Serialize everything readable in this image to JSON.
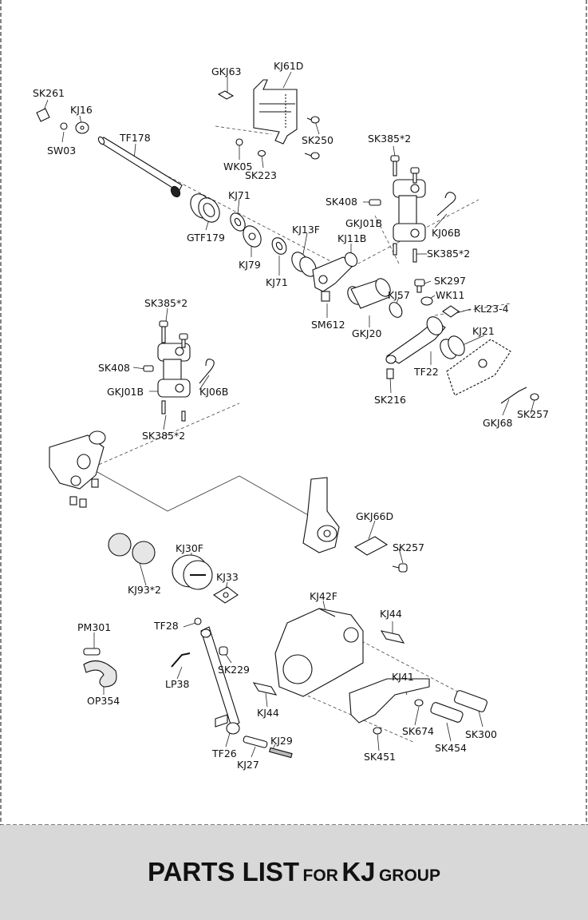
{
  "title": {
    "w1": "PARTS LIST",
    "w2": "FOR",
    "w3": "KJ",
    "w4": "GROUP"
  },
  "labels": {
    "kj61d": "KJ61D",
    "gkj63": "GKJ63",
    "sk261": "SK261",
    "kj16": "KJ16",
    "sw03": "SW03",
    "tf178": "TF178",
    "sk250": "SK250",
    "wk05": "WK05",
    "sk223": "SK223",
    "sk385_a": "SK385*2",
    "sk408_a": "SK408",
    "gkj01b_a": "GKJ01B",
    "kj06b_a": "KJ06B",
    "sk385_b": "SK385*2",
    "kj71_a": "KJ71",
    "gtf179": "GTF179",
    "kj13f": "KJ13F",
    "kj11b": "KJ11B",
    "kj79": "KJ79",
    "kj71_b": "KJ71",
    "sk297": "SK297",
    "wk11": "WK11",
    "kj57": "KJ57",
    "kl23": "KL23-4",
    "sm612": "SM612",
    "gkj20": "GKJ20",
    "kj21": "KJ21",
    "tf22": "TF22",
    "sk216": "SK216",
    "sk257_a": "SK257",
    "gkj68": "GKJ68",
    "sk385_c": "SK385*2",
    "sk408_b": "SK408",
    "gkj01b_b": "GKJ01B",
    "kj06b_b": "KJ06B",
    "sk385_d": "SK385*2",
    "gkj66d": "GKJ66D",
    "sk257_b": "SK257",
    "kj30f": "KJ30F",
    "kj33": "KJ33",
    "kj93": "KJ93*2",
    "kj42f": "KJ42F",
    "kj44_a": "KJ44",
    "tf28": "TF28",
    "pm301": "PM301",
    "sk229": "SK229",
    "lp38": "LP38",
    "op354": "OP354",
    "kj41": "KJ41",
    "kj44_b": "KJ44",
    "sk674": "SK674",
    "sk300": "SK300",
    "sk454": "SK454",
    "sk451": "SK451",
    "tf26": "TF26",
    "kj27": "KJ27",
    "kj29": "KJ29"
  }
}
